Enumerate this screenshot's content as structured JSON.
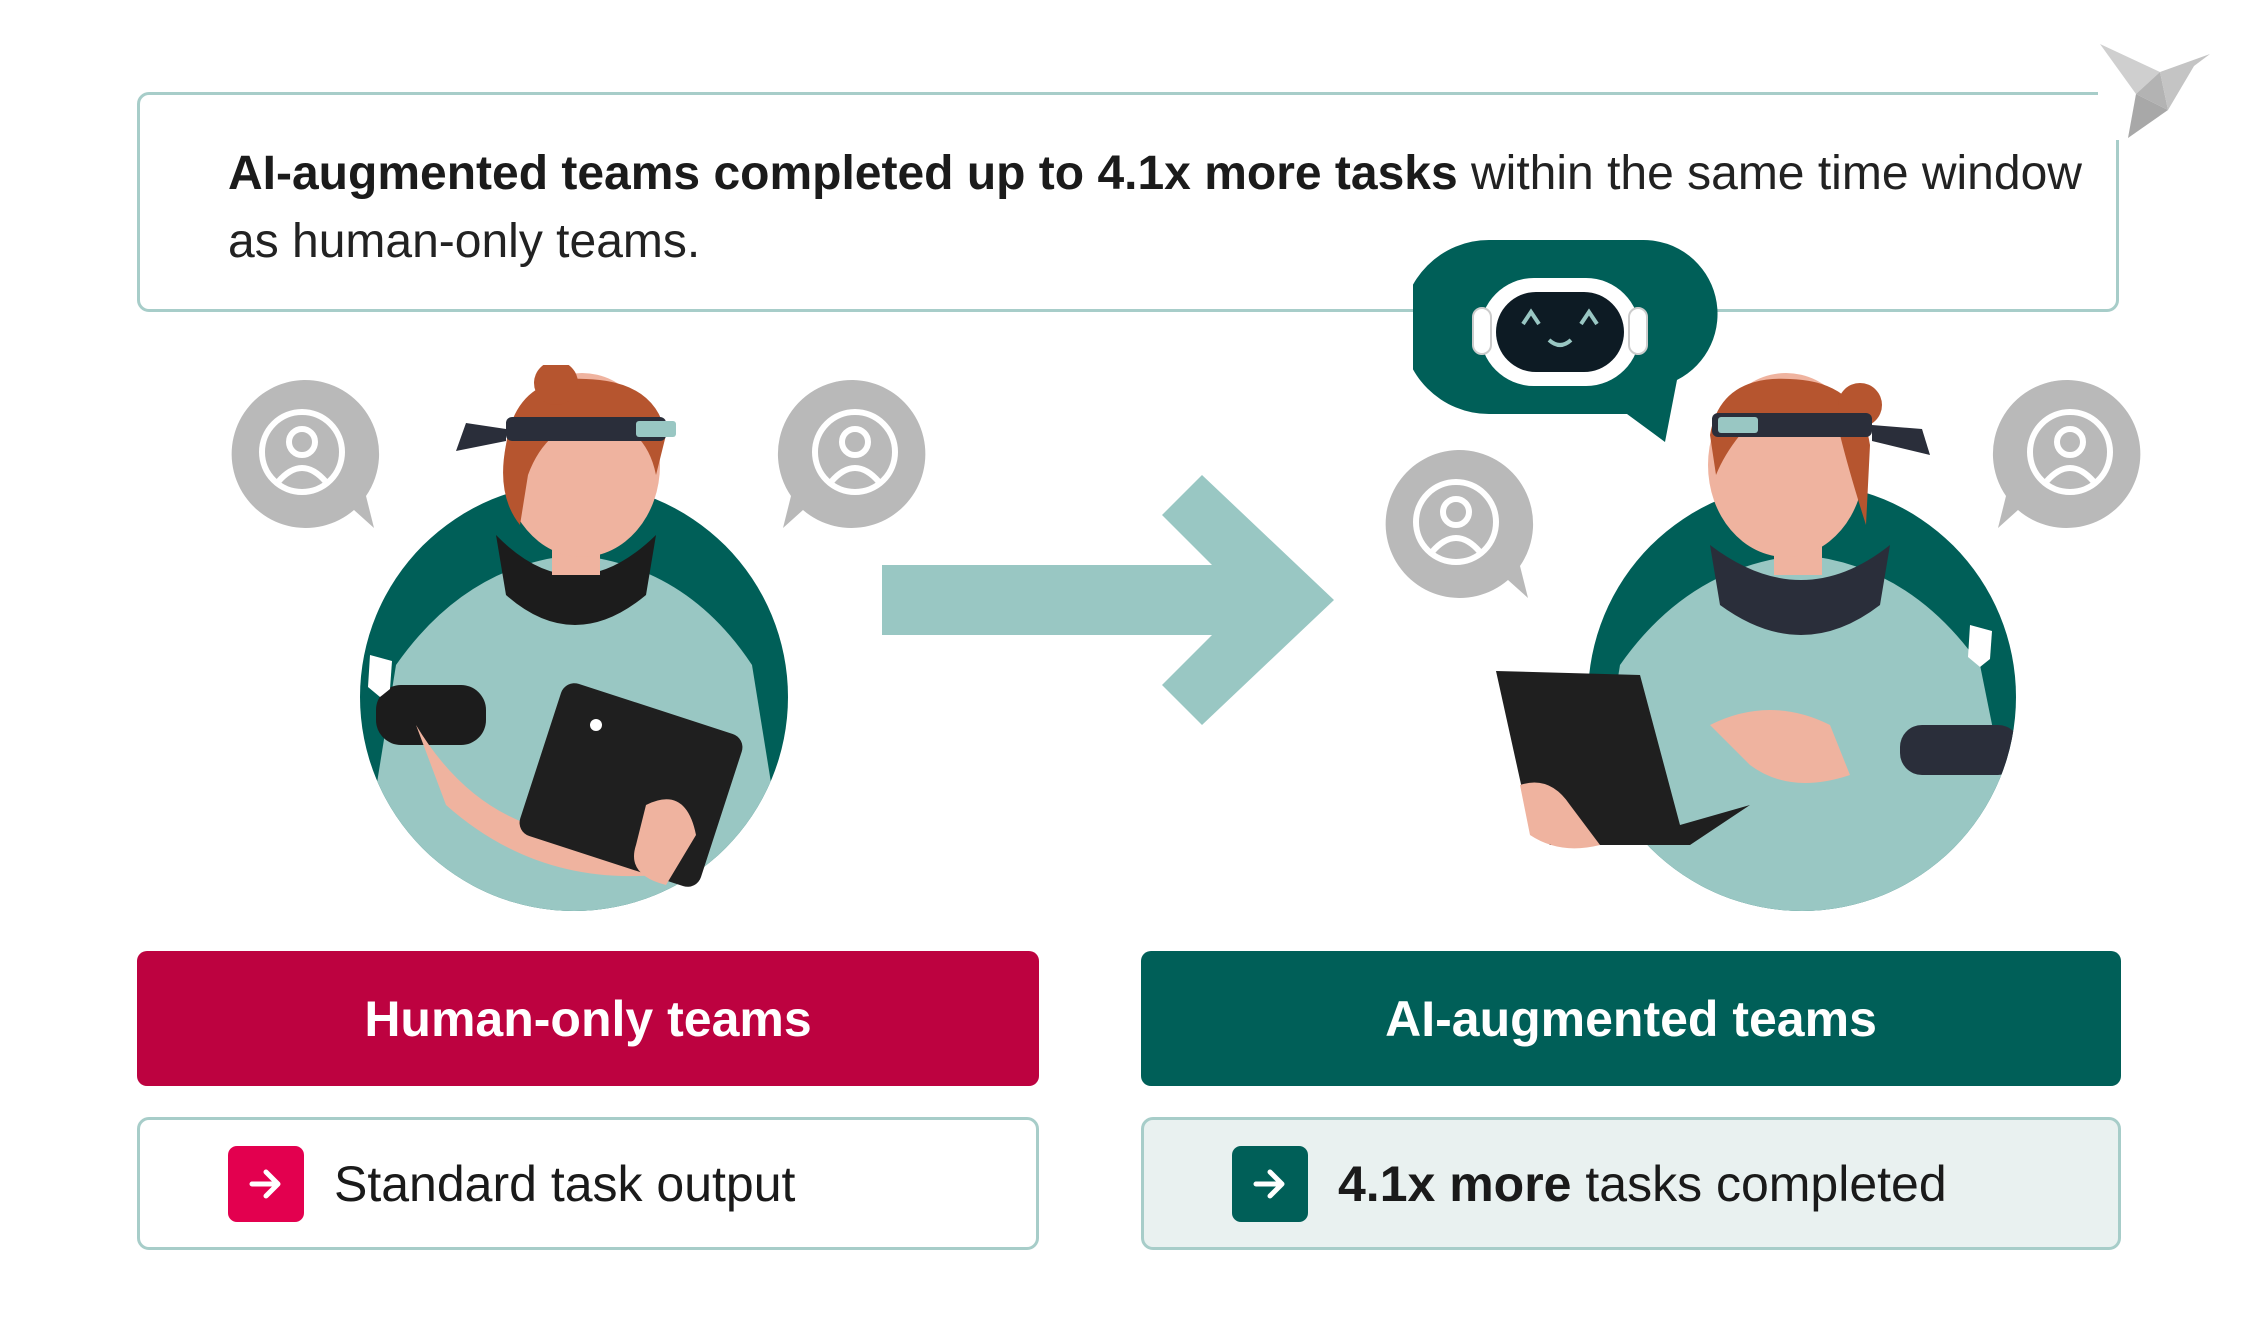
{
  "headline": {
    "bold": "AI-augmented teams completed up to 4.1x more tasks",
    "rest": " within the same time window as human-only teams."
  },
  "left": {
    "label": "Human-only teams",
    "result": "Standard task output"
  },
  "right": {
    "label": "AI-augmented teams",
    "result_bold": "4.1x more",
    "result_rest": " tasks completed"
  },
  "colors": {
    "accent_red": "#bd0240",
    "badge_red": "#e3004f",
    "accent_green": "#005f58",
    "light_teal": "#99c7c3",
    "border_teal": "#a7cdc9",
    "gray_bubble": "#b9b9b9"
  },
  "icons": [
    "bird-logo-icon",
    "user-bubble-icon",
    "right-arrow-icon",
    "robot-chat-icon",
    "arrow-right-icon"
  ]
}
